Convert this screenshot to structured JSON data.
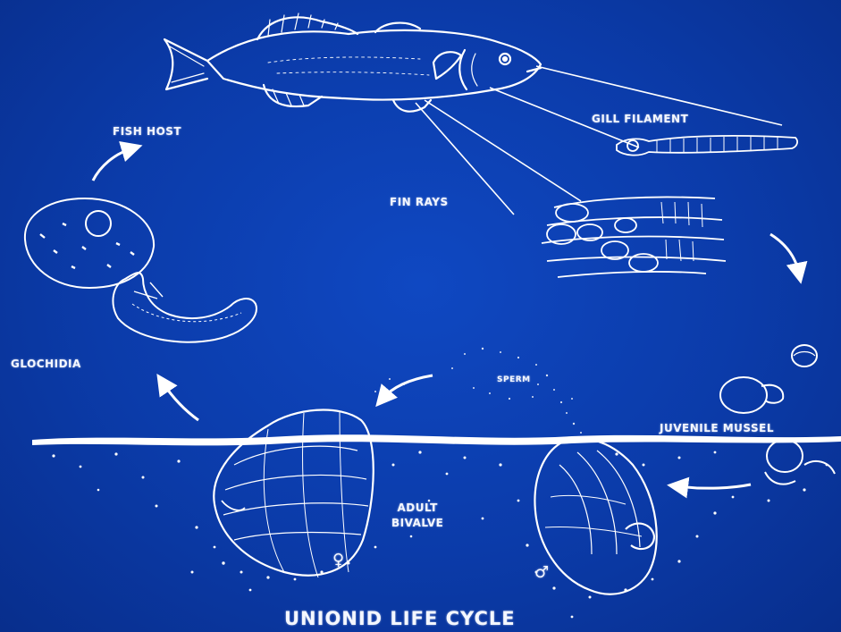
{
  "title": "UNIONID LIFE CYCLE",
  "labels": {
    "fish_host": "FISH HOST",
    "gill_filament": "GILL FILAMENT",
    "fin_rays": "FIN RAYS",
    "glochidia": "GLOCHIDIA",
    "sperm": "SPERM",
    "juvenile_mussel": "JUVENILE MUSSEL",
    "adult_line1": "ADULT",
    "adult_line2": "BIVALVE",
    "female_symbol": "♀",
    "male_symbol": "♂"
  },
  "colors": {
    "background": "#0b3ba9",
    "drawing": "#ffffff"
  }
}
